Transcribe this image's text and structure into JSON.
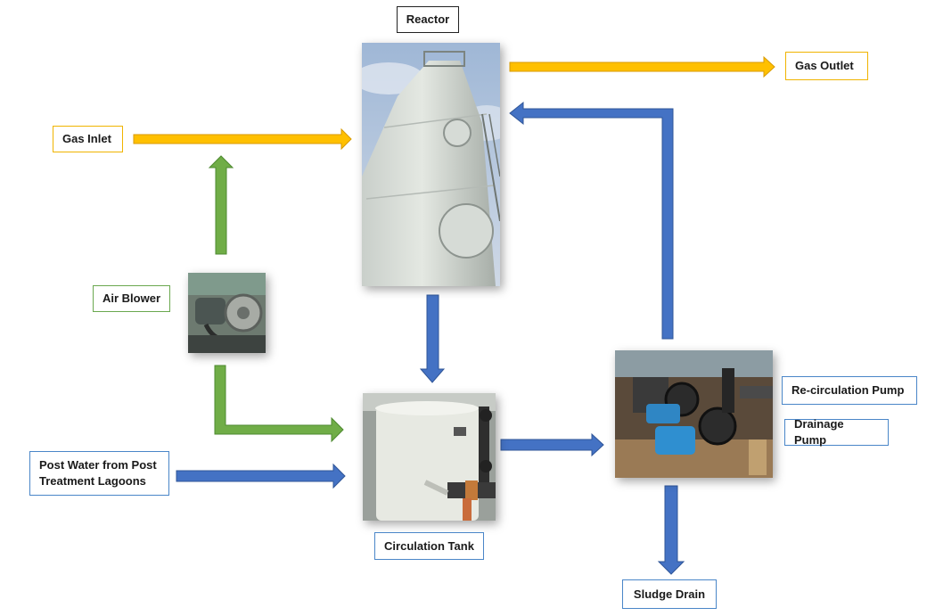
{
  "labels": {
    "reactor": "Reactor",
    "gas_outlet": "Gas Outlet",
    "gas_inlet": "Gas Inlet",
    "air_blower": "Air Blower",
    "post_water_line1": "Post Water from Post",
    "post_water_line2": "Treatment Lagoons",
    "circulation_tank": "Circulation Tank",
    "recirculation_pump": "Re-circulation Pump",
    "drainage_pump": "Drainage Pump",
    "sludge_drain": "Sludge Drain"
  },
  "colors": {
    "gas_arrow": "#ffc000",
    "air_arrow": "#70ad47",
    "water_arrow": "#4472c4",
    "yellow_border": "#f0b400",
    "green_border": "#6aa84f",
    "blue_border": "#4a86c8"
  },
  "images": {
    "reactor": "reactor-tower-photo",
    "air_blower": "air-blower-photo",
    "circulation_tank": "circulation-tank-photo",
    "pumps": "pumps-photo"
  }
}
